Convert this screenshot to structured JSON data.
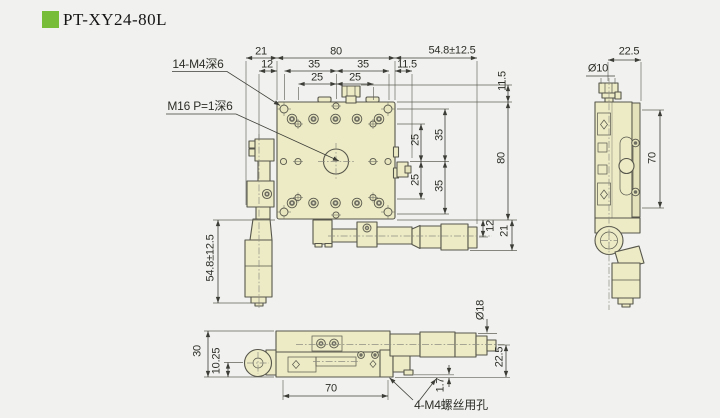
{
  "header": {
    "title": "PT-XY24-80L",
    "bullet_color": "#77bd37"
  },
  "annotations": {
    "top_holes": "14-M4深6",
    "center_thread": "M16 P=1深6",
    "base_holes": "4-M4螺丝用孔"
  },
  "front_view": {
    "top_dims": {
      "offset_left": "21",
      "inner_left": "12",
      "width": "80",
      "span_left": "35",
      "span_right": "35",
      "pitch_left": "25",
      "pitch_right": "25",
      "offset_right": "11.5",
      "travel": "54.8±12.5"
    },
    "right_dims": {
      "pitch_upper": "25",
      "span_upper": "35",
      "pitch_lower": "25",
      "span_lower": "35",
      "top_offset": "11.5",
      "height": "80",
      "inner_bottom": "12",
      "offset_bottom": "21"
    },
    "left_dims": {
      "travel": "54.8±12.5"
    }
  },
  "side_view": {
    "dims": {
      "depth": "22.5",
      "knob_dia": "Ø10",
      "span": "70"
    }
  },
  "bottom_view": {
    "dims": {
      "height": "30",
      "axis_offset": "10.25",
      "hole_span": "70",
      "thimble_dia": "Ø18",
      "axis_height": "22.5",
      "step": "1.7"
    }
  }
}
